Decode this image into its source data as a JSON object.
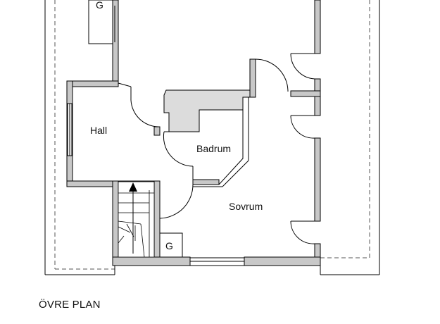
{
  "plan": {
    "title": "ÖVRE PLAN",
    "rooms": {
      "hall": "Hall",
      "badrum": "Badrum",
      "sovrum": "Sovrum"
    },
    "closet_top": "G",
    "closet_bottom": "G",
    "icons": [
      "stair-direction-arrow-icon"
    ],
    "colors": {
      "wall": "#c8c8c8",
      "wall_stroke": "#000000",
      "bath_fill": "#dcdcdc"
    }
  }
}
